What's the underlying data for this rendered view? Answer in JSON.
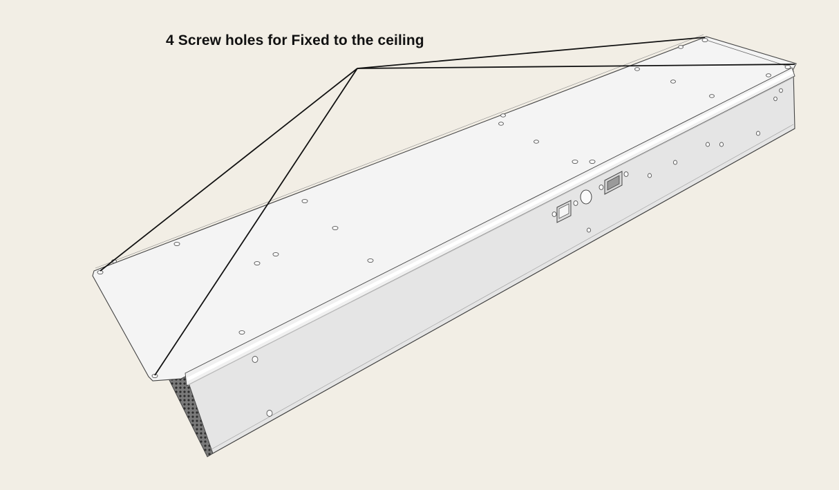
{
  "annotation": {
    "caption": "4 Screw holes for Fixed to the ceiling"
  },
  "colors": {
    "background": "#f2eee5",
    "top_panel": "#f3f3f3",
    "front_face": "#e5e5e5",
    "edge_stroke": "#444444",
    "leader_line": "#111111",
    "highlight_rail": "#ffffff",
    "vent_grille": "#4a4a4a"
  },
  "diagram": {
    "object": "enclosure-top-mount-panel",
    "screw_hole_count": 4,
    "view": "isometric"
  }
}
